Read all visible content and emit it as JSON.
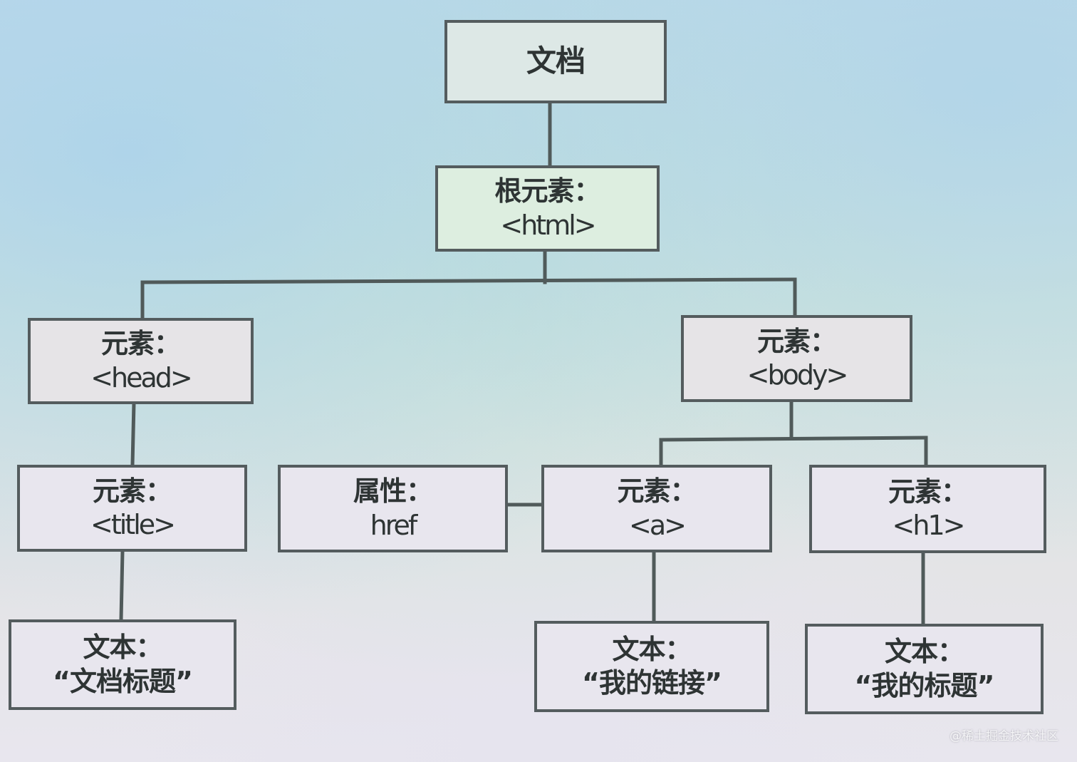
{
  "nodes": {
    "document": {
      "label": "文档"
    },
    "html": {
      "label": "根元素：",
      "value": "<html>"
    },
    "head": {
      "label": "元素：",
      "value": "<head>"
    },
    "body": {
      "label": "元素：",
      "value": "<body>"
    },
    "title": {
      "label": "元素：",
      "value": "<title>"
    },
    "href": {
      "label": "属性：",
      "value": "href"
    },
    "a": {
      "label": "元素：",
      "value": "<a>"
    },
    "h1": {
      "label": "元素：",
      "value": "<h1>"
    },
    "text_title": {
      "label": "文本：",
      "value": "“文档标题”"
    },
    "text_link": {
      "label": "文本：",
      "value": "“我的链接”"
    },
    "text_h1": {
      "label": "文本：",
      "value": "“我的标题”"
    }
  },
  "colors": {
    "document": "#dde8e6",
    "html": "#ddeee0",
    "head": "#e6e4e7",
    "body": "#e6e4e7",
    "leaf": "#e8e6ee",
    "border": "#545c5e",
    "text": "#2e3434"
  },
  "watermark": "@稀土掘金技术社区"
}
